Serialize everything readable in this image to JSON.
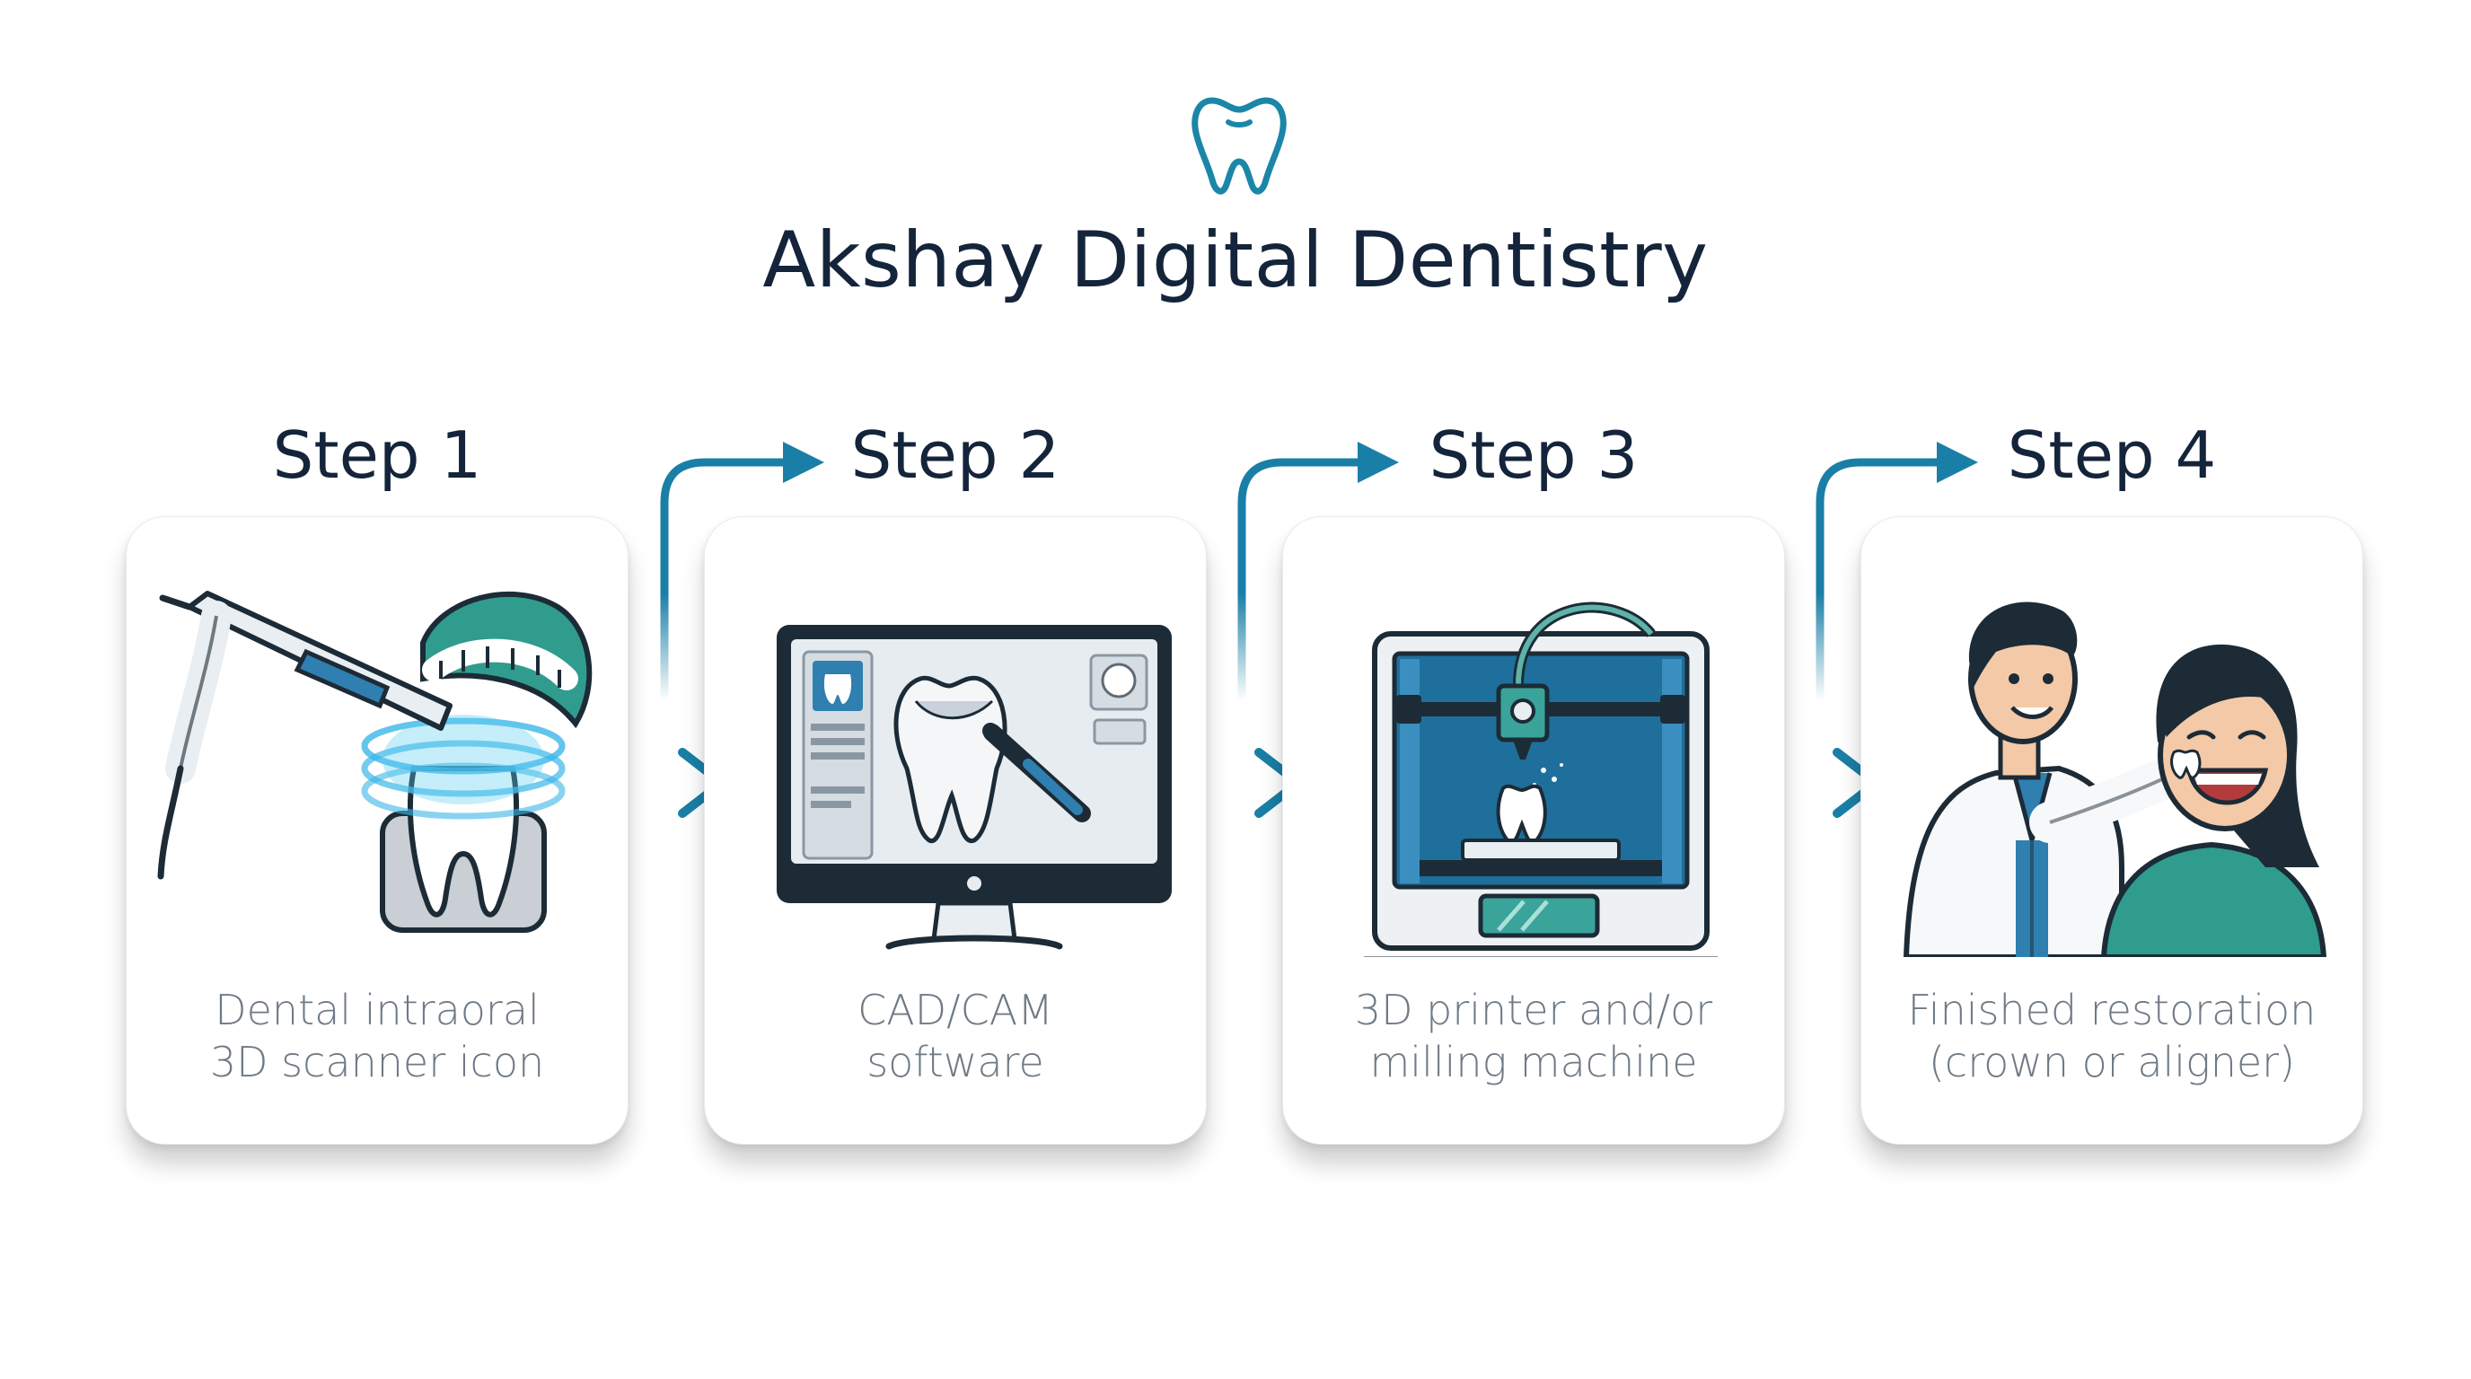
{
  "title": "Akshay Digital Dentistry",
  "steps": [
    {
      "label": "Step 1",
      "caption_line1": "Dental intraoral",
      "caption_line2": "3D scanner icon"
    },
    {
      "label": "Step 2",
      "caption_line1": "CAD/CAM",
      "caption_line2": "software"
    },
    {
      "label": "Step 3",
      "caption_line1": "3D printer and/or",
      "caption_line2": "milling machine"
    },
    {
      "label": "Step 4",
      "caption_line1": "Finished restoration",
      "caption_line2": "(crown or aligner)"
    }
  ],
  "colors": {
    "accent": "#1a7fa6",
    "title": "#14243a",
    "caption": "#6f7a85",
    "printer_blue": "#1f6f9c"
  },
  "icons": [
    "tooth-logo-icon",
    "intraoral-scanner-icon",
    "cad-monitor-icon",
    "3d-printer-icon",
    "dentist-patient-icon",
    "arrow-right-icon"
  ]
}
